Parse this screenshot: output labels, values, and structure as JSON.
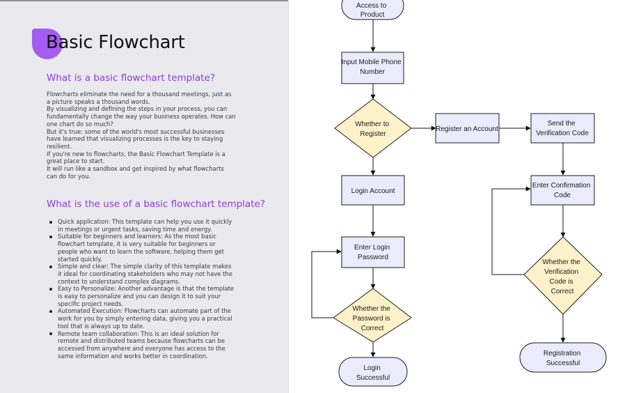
{
  "doc": {
    "title": "Basic Flowchart",
    "section1_heading": "What is a basic flowchart template?",
    "section1_paragraphs": [
      "Flowcharts eliminate the need for a thousand meetings, just as a picture speaks a thousand words.",
      "By visualizing and defining the steps in your process, you can fundamentally change the way your business operates. How can one chart do so much?",
      "But it's true: some of the world's most successful businesses have learned that visualizing processes is the key to staying resilient.",
      "If you're new to flowcharts, the Basic Flowchart Template is a great place to start.",
      "It will run like a sandbox and get inspired by what flowcharts can do for you."
    ],
    "section2_heading": "What is the use of a basic flowchart template?",
    "section2_items": [
      "Quick application: This template can help you use it quickly in meetings or urgent tasks, saving time and energy.",
      "Suitable for beginners and learners: As the most basic flowchart template, it is very suitable for beginners or people who want to learn the software, helping them get started quickly.",
      "Simple and clear: The simple clarity of this template makes it ideal for coordinating stakeholders who may not have the context to understand complex diagrams.",
      "Easy to Personalize: Another advantage is that the template is easy to personalize and you can design it to suit your specific project needs.",
      "Automated Execution: Flowcharts can automate part of the work for you by simply entering data, giving you a practical tool that is always up to date.",
      "Remote team collaboration: This is an ideal solution for remote and distributed teams because flowcharts can be accessed from anywhere and everyone has access to the same information and works better in coordination."
    ]
  },
  "flowchart": {
    "nodes": {
      "access": [
        "Access to",
        "Product"
      ],
      "input_phone": [
        "Input Mobile Phone",
        "Number"
      ],
      "whether_register": [
        "Whether to",
        "Register"
      ],
      "register_account": [
        "Register an Account"
      ],
      "send_code": [
        "Send the",
        "Verification Code"
      ],
      "login_account": [
        "Login Account"
      ],
      "enter_confirmation": [
        "Enter Confirmation",
        "Code"
      ],
      "enter_password": [
        "Enter Login",
        "Password"
      ],
      "whether_code_correct": [
        "Whether the",
        "Verification",
        "Code is",
        "Correct"
      ],
      "whether_password_correct": [
        "Whether the",
        "Password is",
        "Correct"
      ],
      "login_success": [
        "Login",
        "Successful"
      ],
      "registration_success": [
        "Registration",
        "Successful"
      ]
    }
  },
  "colors": {
    "process_fill": "#ecebfd",
    "decision_fill": "#fdf1c9",
    "heading_purple": "#8a3fd8",
    "logo_purple": "#a55cf0"
  }
}
